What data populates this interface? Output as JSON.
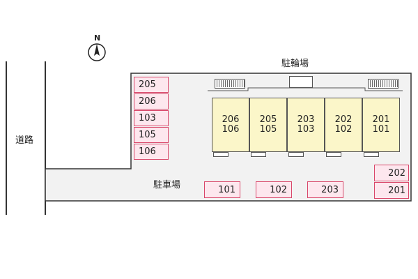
{
  "compass": {
    "letter": "N"
  },
  "labels": {
    "road": "道路",
    "parking": "駐車場",
    "bicycle_parking": "駐輪場"
  },
  "parking_left": [
    "205",
    "206",
    "103",
    "105",
    "106"
  ],
  "parking_bottom": [
    "101",
    "102",
    "203"
  ],
  "parking_right": [
    "202",
    "201"
  ],
  "building_units": [
    {
      "top": "206",
      "bottom": "106"
    },
    {
      "top": "205",
      "bottom": "105"
    },
    {
      "top": "203",
      "bottom": "103"
    },
    {
      "top": "202",
      "bottom": "102"
    },
    {
      "top": "201",
      "bottom": "101"
    }
  ],
  "colors": {
    "space_fill": "#fde7ee",
    "space_border": "#d9476a",
    "unit_fill": "#fbf6c9",
    "lot_fill": "#f2f2f2"
  }
}
